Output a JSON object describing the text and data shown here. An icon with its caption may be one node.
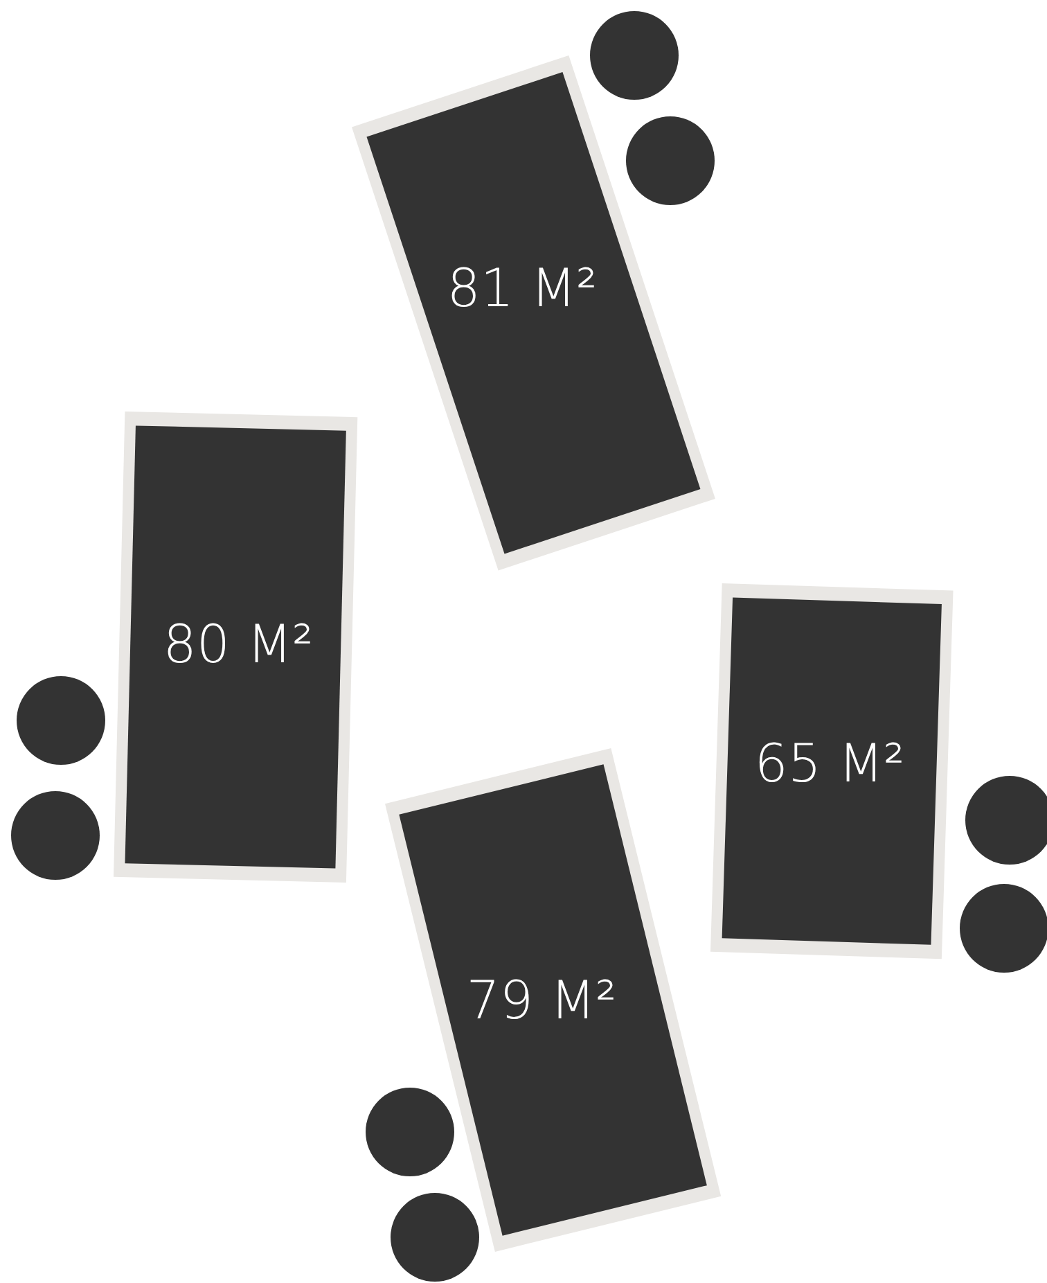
{
  "diagram": {
    "nodes": [
      {
        "text": [
          "81 M²"
        ]
      },
      {
        "text": [
          "80 M²"
        ]
      },
      {
        "text": [
          "65 M²"
        ]
      },
      {
        "text": [
          "79 M²"
        ]
      }
    ]
  }
}
